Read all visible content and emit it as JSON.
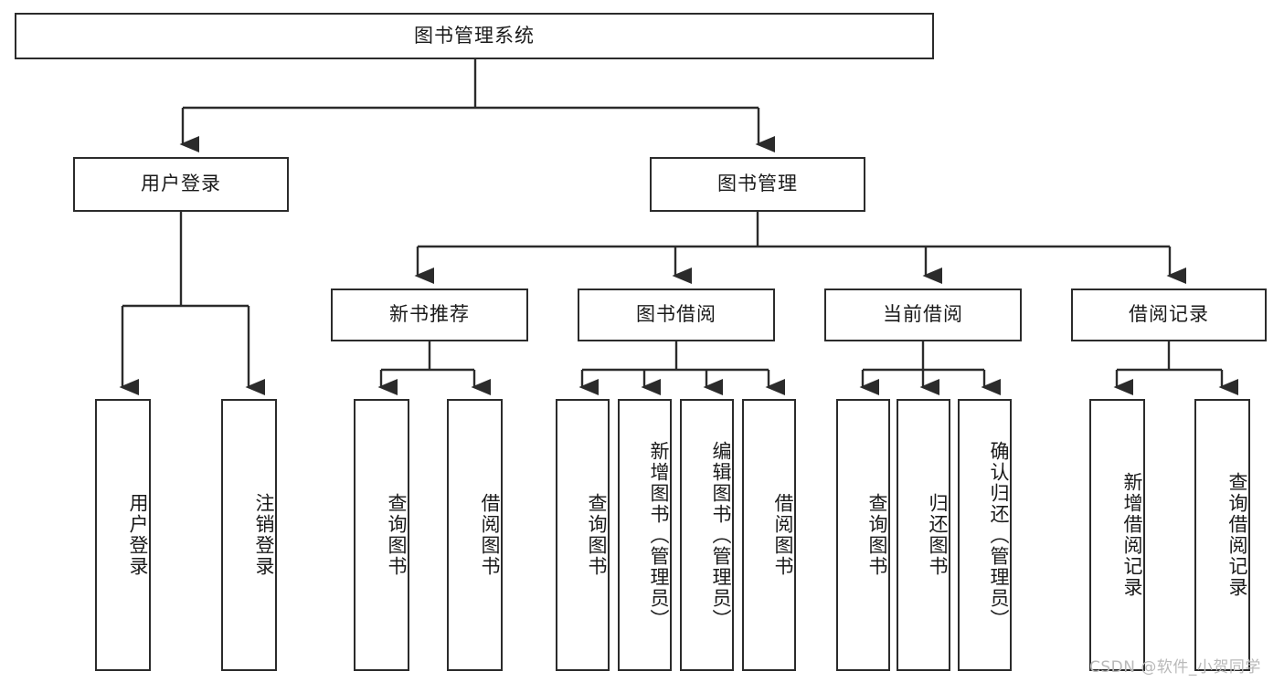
{
  "diagram": {
    "title": "图书管理系统",
    "type": "functional-structure-tree",
    "colors": {
      "border": "#2b2b2b",
      "background": "#ffffff",
      "text": "#1a1a1a",
      "edge": "#2b2b2b",
      "watermark": "#b9b9b9"
    },
    "watermark": "CSDN @软件_小贺同学",
    "root": {
      "label": "图书管理系统"
    },
    "level2": [
      {
        "label": "用户登录"
      },
      {
        "label": "图书管理"
      }
    ],
    "level3": [
      {
        "label": "新书推荐"
      },
      {
        "label": "图书借阅"
      },
      {
        "label": "当前借阅"
      },
      {
        "label": "借阅记录"
      }
    ],
    "leaves": {
      "user_login": [
        {
          "label": "用户登录"
        },
        {
          "label": "注销登录"
        }
      ],
      "new_book_recommend": [
        {
          "label": "查询图书"
        },
        {
          "label": "借阅图书"
        }
      ],
      "book_borrow": [
        {
          "label": "查询图书"
        },
        {
          "label": "新增图书（管理员）"
        },
        {
          "label": "编辑图书（管理员）"
        },
        {
          "label": "借阅图书"
        }
      ],
      "current_borrow": [
        {
          "label": "查询图书"
        },
        {
          "label": "归还图书"
        },
        {
          "label": "确认归还（管理员）"
        }
      ],
      "borrow_record": [
        {
          "label": "新增借阅记录"
        },
        {
          "label": "查询借阅记录"
        }
      ]
    }
  }
}
